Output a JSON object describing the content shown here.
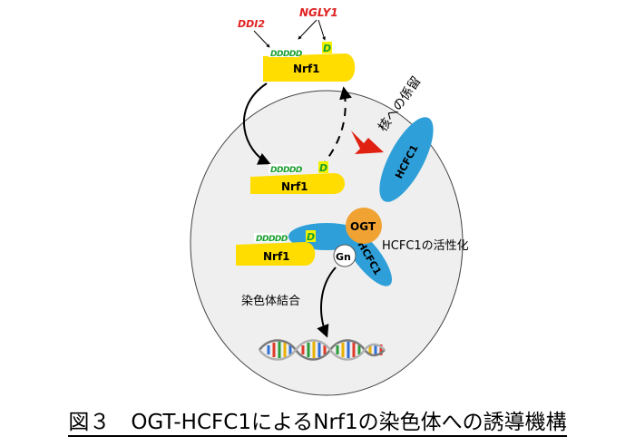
{
  "labels": {
    "ddi2": "DDI2",
    "ngly1": "NGLY1",
    "nrf1": "Nrf1",
    "d": "D",
    "ddddd": "DDDDD",
    "hcfc1": "HCFC1",
    "ogt": "OGT",
    "gn": "Gn",
    "nuclear_retention": "核への係留",
    "hcfc1_activation": "HCFC1の活性化",
    "chromatin_binding": "染色体結合"
  },
  "caption": "図３　OGT-HCFC1によるNrf1の染色体への誘導機構",
  "colors": {
    "nucleus_fill": "#efefef",
    "nrf1_yellow": "#ffdd00",
    "d_box": "#f2f200",
    "hcfc1_blue": "#2e9fd8",
    "ogt_orange": "#f0a232",
    "red_arrow": "#e02010",
    "enzyme_red": "#e02020",
    "d_green": "#1aa030"
  }
}
